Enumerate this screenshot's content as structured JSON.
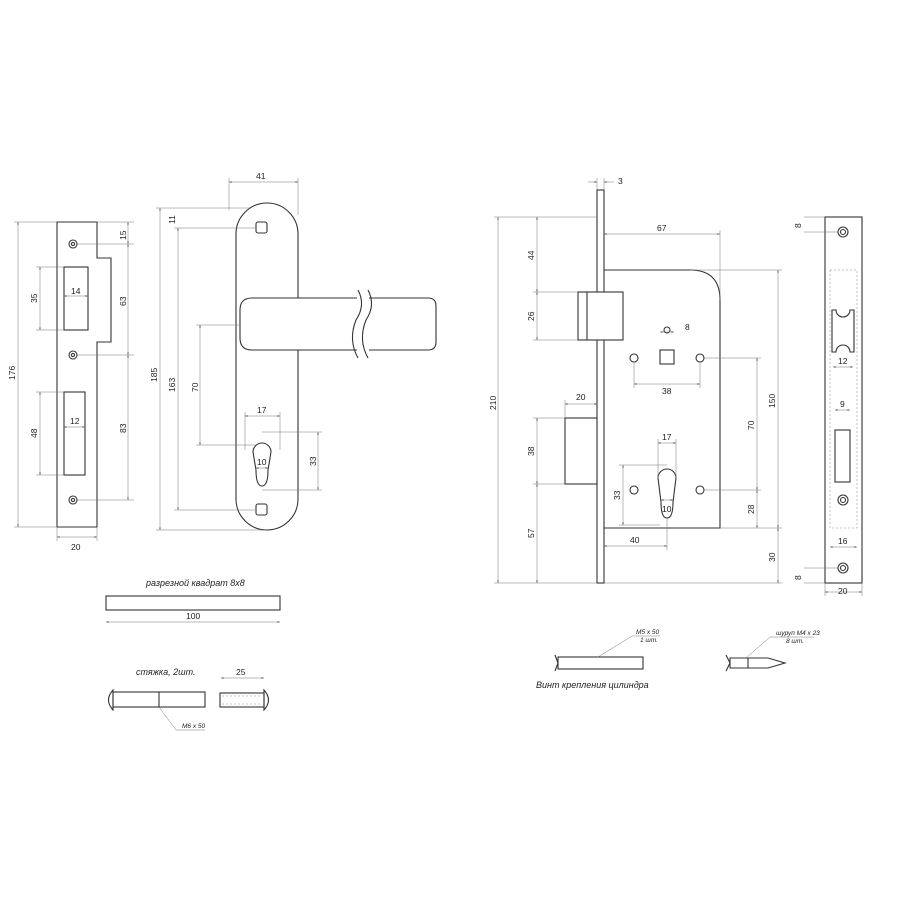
{
  "strike_plate": {
    "d176": "176",
    "d35": "35",
    "d14": "14",
    "d63": "63",
    "d15": "15",
    "d48": "48",
    "d12": "12",
    "d83": "83",
    "d20": "20"
  },
  "handle": {
    "d41": "41",
    "d11": "11",
    "d185": "185",
    "d163": "163",
    "d70": "70",
    "d17": "17",
    "d10": "10",
    "d33": "33"
  },
  "lock_body": {
    "d3": "3",
    "d67": "67",
    "d44": "44",
    "d26": "26",
    "d8": "8",
    "d38a": "38",
    "d210": "210",
    "d20": "20",
    "d38b": "38",
    "d17": "17",
    "d70": "70",
    "d150": "150",
    "d33": "33",
    "d10": "10",
    "d28": "28",
    "d57": "57",
    "d40": "40",
    "d30": "30"
  },
  "faceplate": {
    "d8top": "8",
    "d12": "12",
    "d9": "9",
    "d16": "16",
    "d8bot": "8",
    "d20": "20"
  },
  "spindle": {
    "caption": "разрезной квадрат 8x8",
    "d100": "100"
  },
  "bolts": {
    "caption": "стяжка, 2шт.",
    "d25": "25",
    "spec": "M6 x 50"
  },
  "cylinder_screw": {
    "spec1": "M5 x 50",
    "spec2": "1 шт.",
    "caption": "Винт крепления цилиндра"
  },
  "wood_screw": {
    "spec1": "шуруп M4 x 23",
    "spec2": "8 шт."
  }
}
